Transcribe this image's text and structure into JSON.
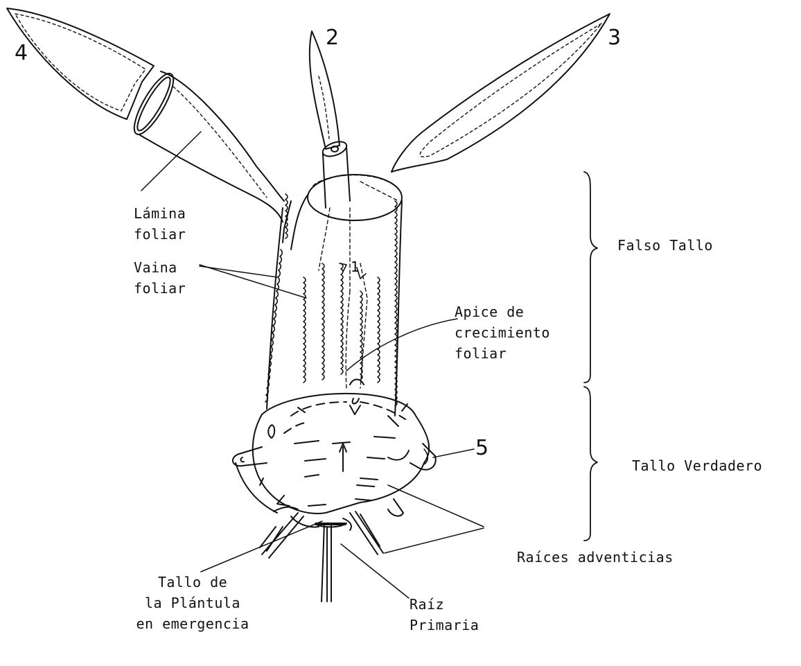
{
  "diagram": {
    "numbers": {
      "leaf_1": "1",
      "leaf_2": "2",
      "leaf_3": "3",
      "leaf_4": "4",
      "leaf_5": "5"
    },
    "labels": {
      "lamina_foliar": [
        "Lámina",
        "foliar"
      ],
      "vaina_foliar": [
        "Vaina",
        "foliar"
      ],
      "apice": [
        "Apice de",
        "crecimiento",
        "foliar"
      ],
      "falso_tallo": "Falso Tallo",
      "tallo_verdadero": "Tallo Verdadero",
      "raices_adventicias": "Raíces adventicias",
      "tallo_plantula": [
        "Tallo de",
        "la Plántula",
        "en emergencia"
      ],
      "raiz_primaria": [
        "Raíz",
        "Primaria"
      ]
    }
  }
}
